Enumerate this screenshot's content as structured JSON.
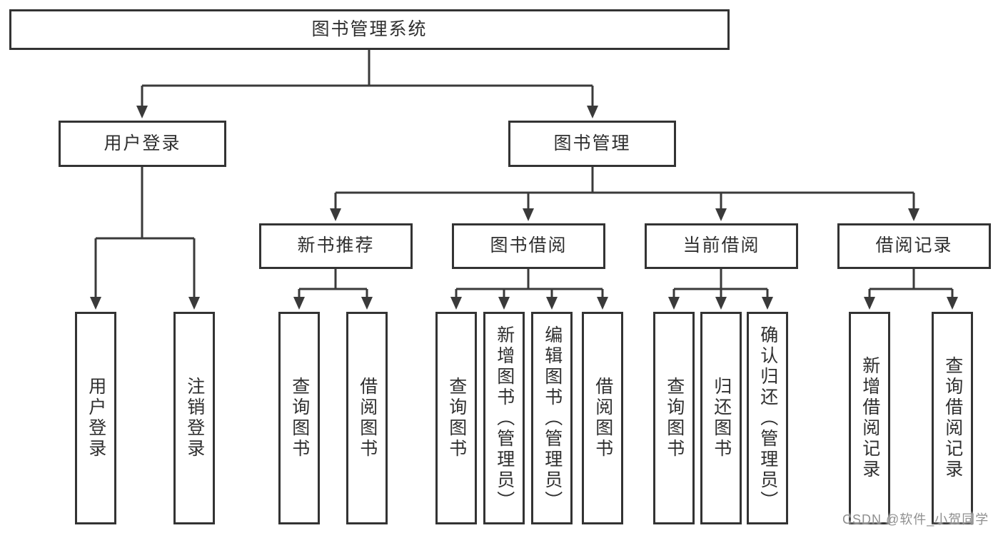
{
  "diagram": {
    "title": "图书管理系统",
    "level2": [
      {
        "label": "用户登录"
      },
      {
        "label": "图书管理"
      }
    ],
    "level3": [
      {
        "label": "新书推荐"
      },
      {
        "label": "图书借阅"
      },
      {
        "label": "当前借阅"
      },
      {
        "label": "借阅记录"
      }
    ],
    "leaves": [
      "用户登录",
      "注销登录",
      "查询图书",
      "借阅图书",
      "查询图书",
      "新增图书（管理员）",
      "编辑图书（管理员）",
      "借阅图书",
      "查询图书",
      "归还图书",
      "确认归还（管理员）",
      "新增借阅记录",
      "查询借阅记录"
    ],
    "watermark": "CSDN @软件_小贺同学",
    "colors": {
      "line": "#3a3a3a",
      "box_border": "#333333",
      "text": "#2f2f2f",
      "watermark": "#8f8f8f",
      "background": "#ffffff"
    }
  }
}
